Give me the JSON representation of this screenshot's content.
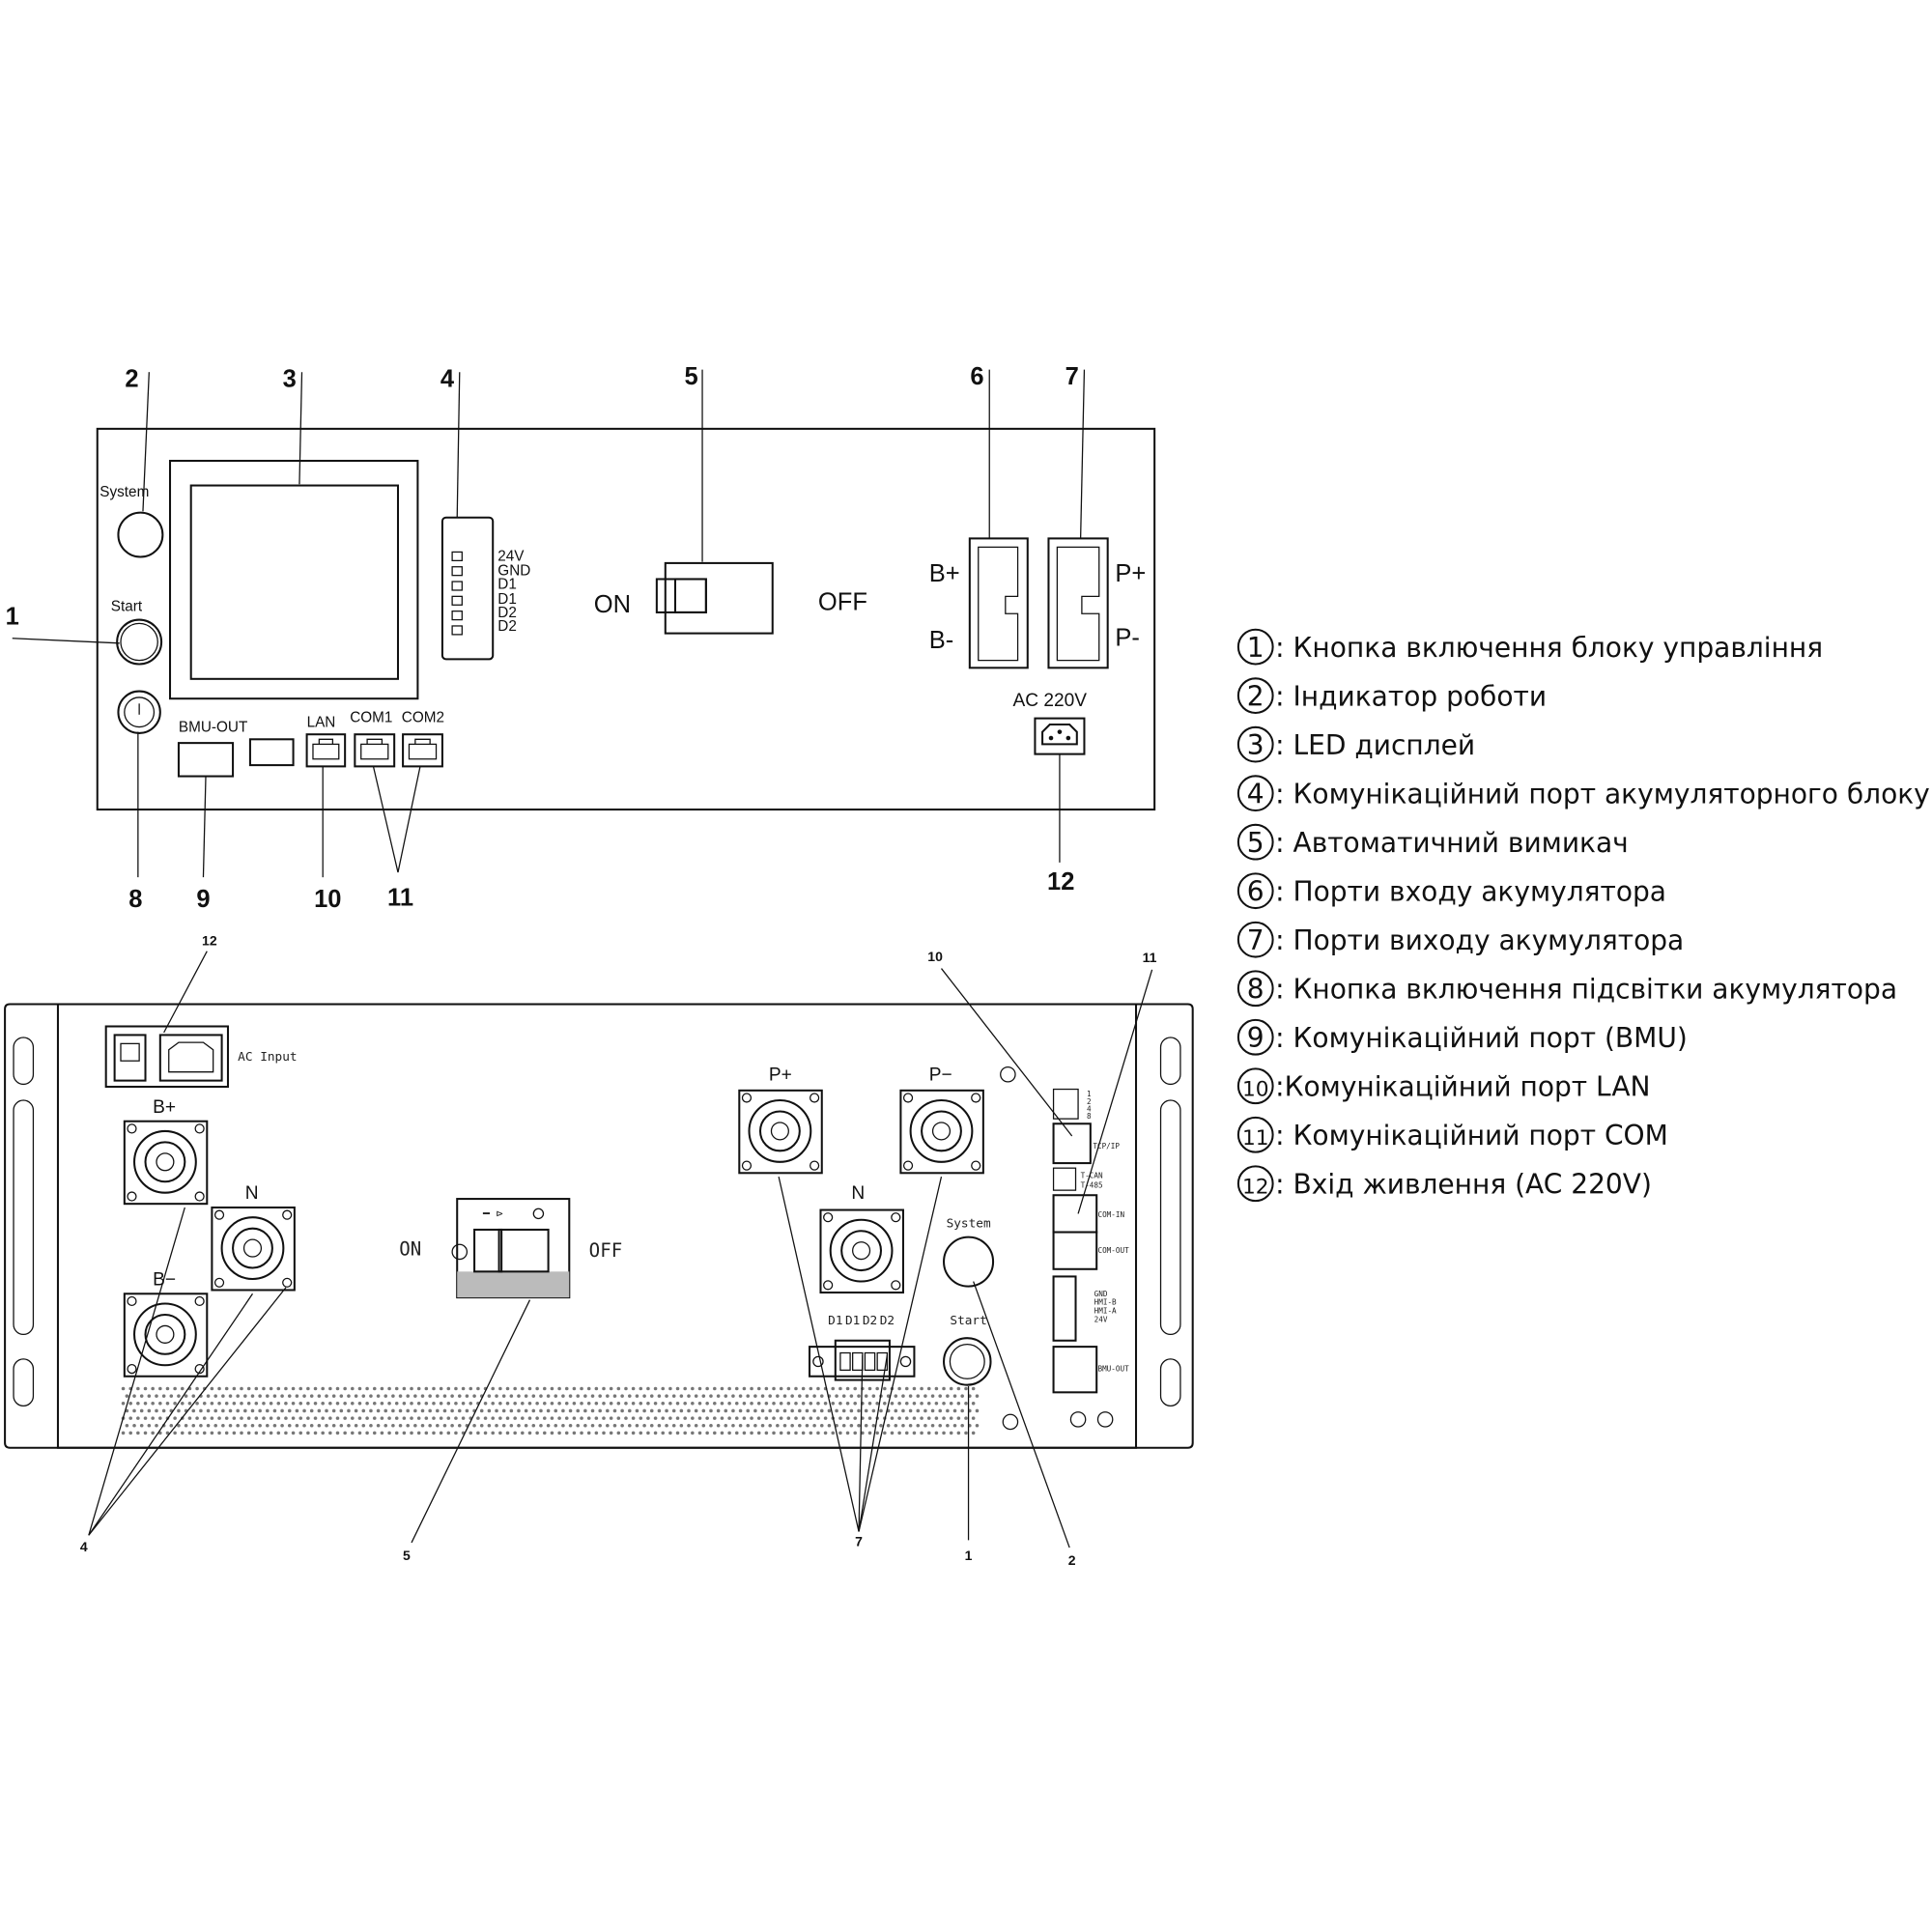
{
  "top_panel": {
    "callouts": [
      "1",
      "2",
      "3",
      "4",
      "5",
      "6",
      "7",
      "8",
      "9",
      "10",
      "11",
      "12"
    ],
    "system_label": "System",
    "start_label": "Start",
    "battery_port_pins": [
      "24V",
      "GND",
      "D1",
      "D1",
      "D2",
      "D2"
    ],
    "breaker_on": "ON",
    "breaker_off": "OFF",
    "b_plus": "B+",
    "b_minus": "B-",
    "p_plus": "P+",
    "p_minus": "P-",
    "ac_label": "AC 220V",
    "bmu_out": "BMU-OUT",
    "lan": "LAN",
    "com1": "COM1",
    "com2": "COM2"
  },
  "bottom_panel": {
    "callouts": [
      "12",
      "10",
      "11",
      "4",
      "5",
      "7",
      "1",
      "2"
    ],
    "ac_input": "AC Input",
    "b_plus": "B+",
    "b_minus": "B−",
    "n_left": "N",
    "p_plus": "P+",
    "p_minus": "P−",
    "n_right": "N",
    "breaker_on": "ON",
    "breaker_off": "OFF",
    "system_label": "System",
    "start_label": "Start",
    "d_pins": [
      "D1",
      "D1",
      "D2",
      "D2"
    ],
    "dip_labels": [
      "1",
      "2",
      "4",
      "8"
    ],
    "tcpip": "TCP/IP",
    "t_can": "T-CAN",
    "t_485": "T-485",
    "com_in": "COM-IN",
    "com_out": "COM-OUT",
    "hmi_labels": [
      "GND",
      "HMI-B",
      "HMI-A",
      "24V"
    ],
    "bmu_out": "BMU-OUT"
  },
  "legend": [
    {
      "num": "1",
      "text": ": Кнопка включення блоку управління"
    },
    {
      "num": "2",
      "text": ": Індикатор роботи"
    },
    {
      "num": "3",
      "text": ": LED дисплей"
    },
    {
      "num": "4",
      "text": ": Комунікаційний порт акумуляторного блоку"
    },
    {
      "num": "5",
      "text": ": Автоматичний вимикач"
    },
    {
      "num": "6",
      "text": ": Порти входу акумулятора"
    },
    {
      "num": "7",
      "text": ": Порти виходу акумулятора"
    },
    {
      "num": "8",
      "text": ": Кнопка включення підсвітки акумулятора"
    },
    {
      "num": "9",
      "text": ": Комунікаційний порт (BMU)"
    },
    {
      "num": "10",
      "text": " :Комунікаційний порт LAN"
    },
    {
      "num": "11",
      "text": ": Комунікаційний порт COM"
    },
    {
      "num": "12",
      "text": ": Вхід живлення (AC 220V)"
    }
  ]
}
